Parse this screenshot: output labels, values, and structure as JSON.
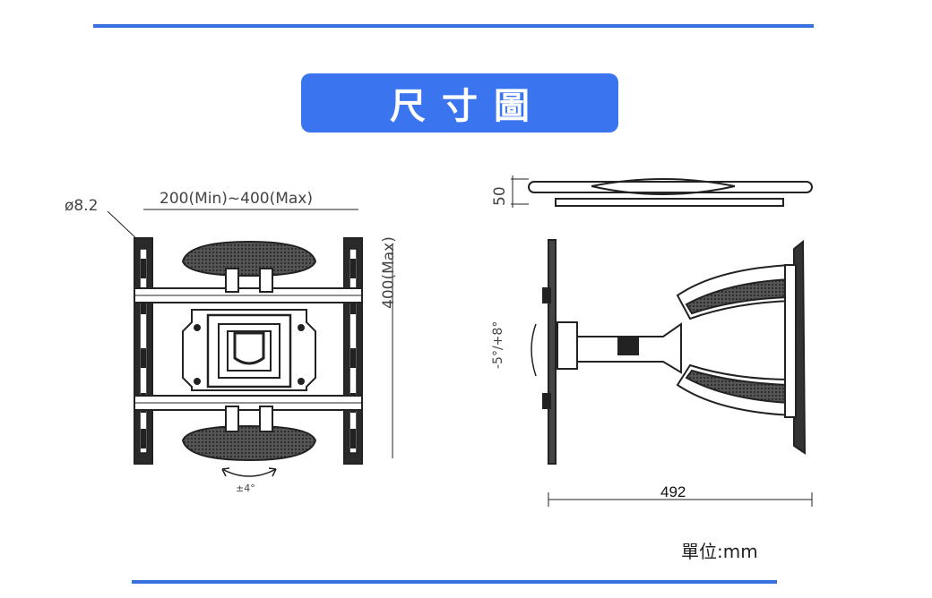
{
  "title": "尺寸圖",
  "colors": {
    "accent": "#3a6fe0",
    "title_bg": "#3a74ee",
    "line": "#333333"
  },
  "front_view": {
    "hole_label": "ø8.2",
    "width_label": "200(Min)~400(Max)",
    "height_label": "400(Max)",
    "tilt_label": "±4°"
  },
  "side_view": {
    "depth_label": "50",
    "swivel_label": "-5°/+8°",
    "extension_label": "492"
  },
  "unit_label": "單位:mm"
}
